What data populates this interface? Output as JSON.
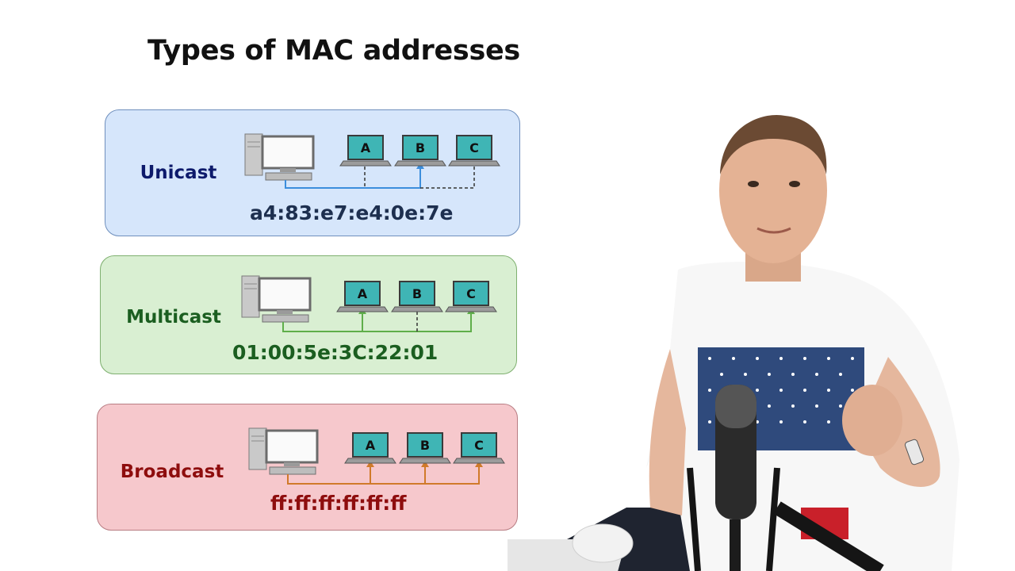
{
  "title": "Types of MAC addresses",
  "panels": [
    {
      "id": "unicast",
      "label": "Unicast",
      "address": "a4:83:e7:e4:0e:7e",
      "colors": {
        "bg": "#d6e6fb",
        "border": "#6f8fbd",
        "text": "#0d1a6b",
        "addr": "#1d2f4f",
        "line": "#3c8edc"
      }
    },
    {
      "id": "multicast",
      "label": "Multicast",
      "address": "01:00:5e:3C:22:01",
      "colors": {
        "bg": "#d9efd2",
        "border": "#7fb070",
        "text": "#1b5e20",
        "addr": "#1b5e20",
        "line": "#5fae4a"
      }
    },
    {
      "id": "broadcast",
      "label": "Broadcast",
      "address": "ff:ff:ff:ff:ff:ff",
      "colors": {
        "bg": "#f6c8cc",
        "border": "#b87d83",
        "text": "#8e0d0d",
        "addr": "#8e0d0d",
        "line": "#d07a2a"
      }
    }
  ],
  "laptops": [
    "A",
    "B",
    "C"
  ]
}
